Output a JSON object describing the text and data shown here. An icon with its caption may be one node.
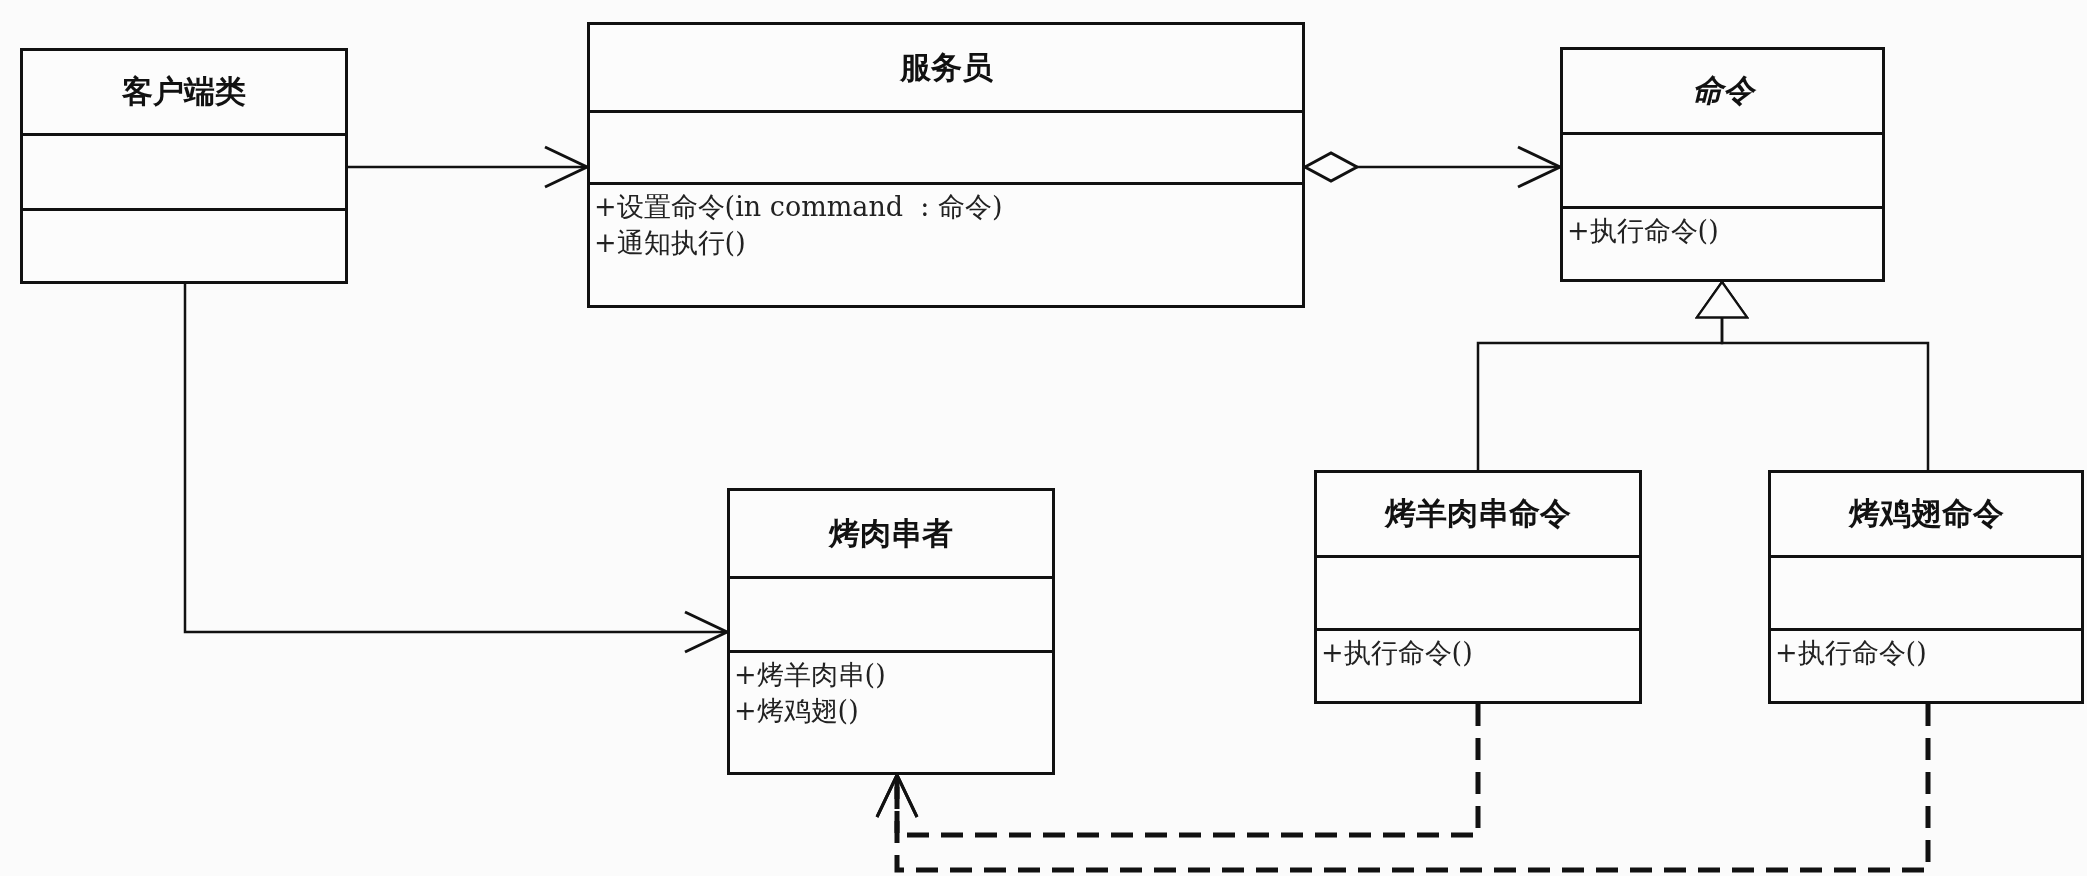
{
  "diagram": {
    "nodes": [
      {
        "text": [
          "客户端类"
        ]
      },
      {
        "text": [
          "服务员",
          "+设置命令(in command  : 命令)",
          "+通知执行()"
        ]
      },
      {
        "text": [
          "命令",
          "+执行命令()"
        ]
      },
      {
        "text": [
          "烤肉串者",
          "+烤羊肉串()",
          "+烤鸡翅()"
        ]
      },
      {
        "text": [
          "烤羊肉串命令",
          "+执行命令()"
        ]
      },
      {
        "text": [
          "烤鸡翅命令",
          "+执行命令()"
        ]
      }
    ],
    "edges": [
      {
        "from": 0,
        "to": 1,
        "arrow": "to"
      },
      {
        "from": 1,
        "to": 2,
        "arrow": "to"
      },
      {
        "from": 0,
        "to": 3,
        "arrow": "to"
      },
      {
        "from": 4,
        "to": 2,
        "arrow": "to"
      },
      {
        "from": 5,
        "to": 2,
        "arrow": "to"
      },
      {
        "from": 4,
        "to": 3,
        "arrow": "to",
        "style": "dashed"
      },
      {
        "from": 5,
        "to": 3,
        "arrow": "to",
        "style": "dashed"
      }
    ]
  }
}
